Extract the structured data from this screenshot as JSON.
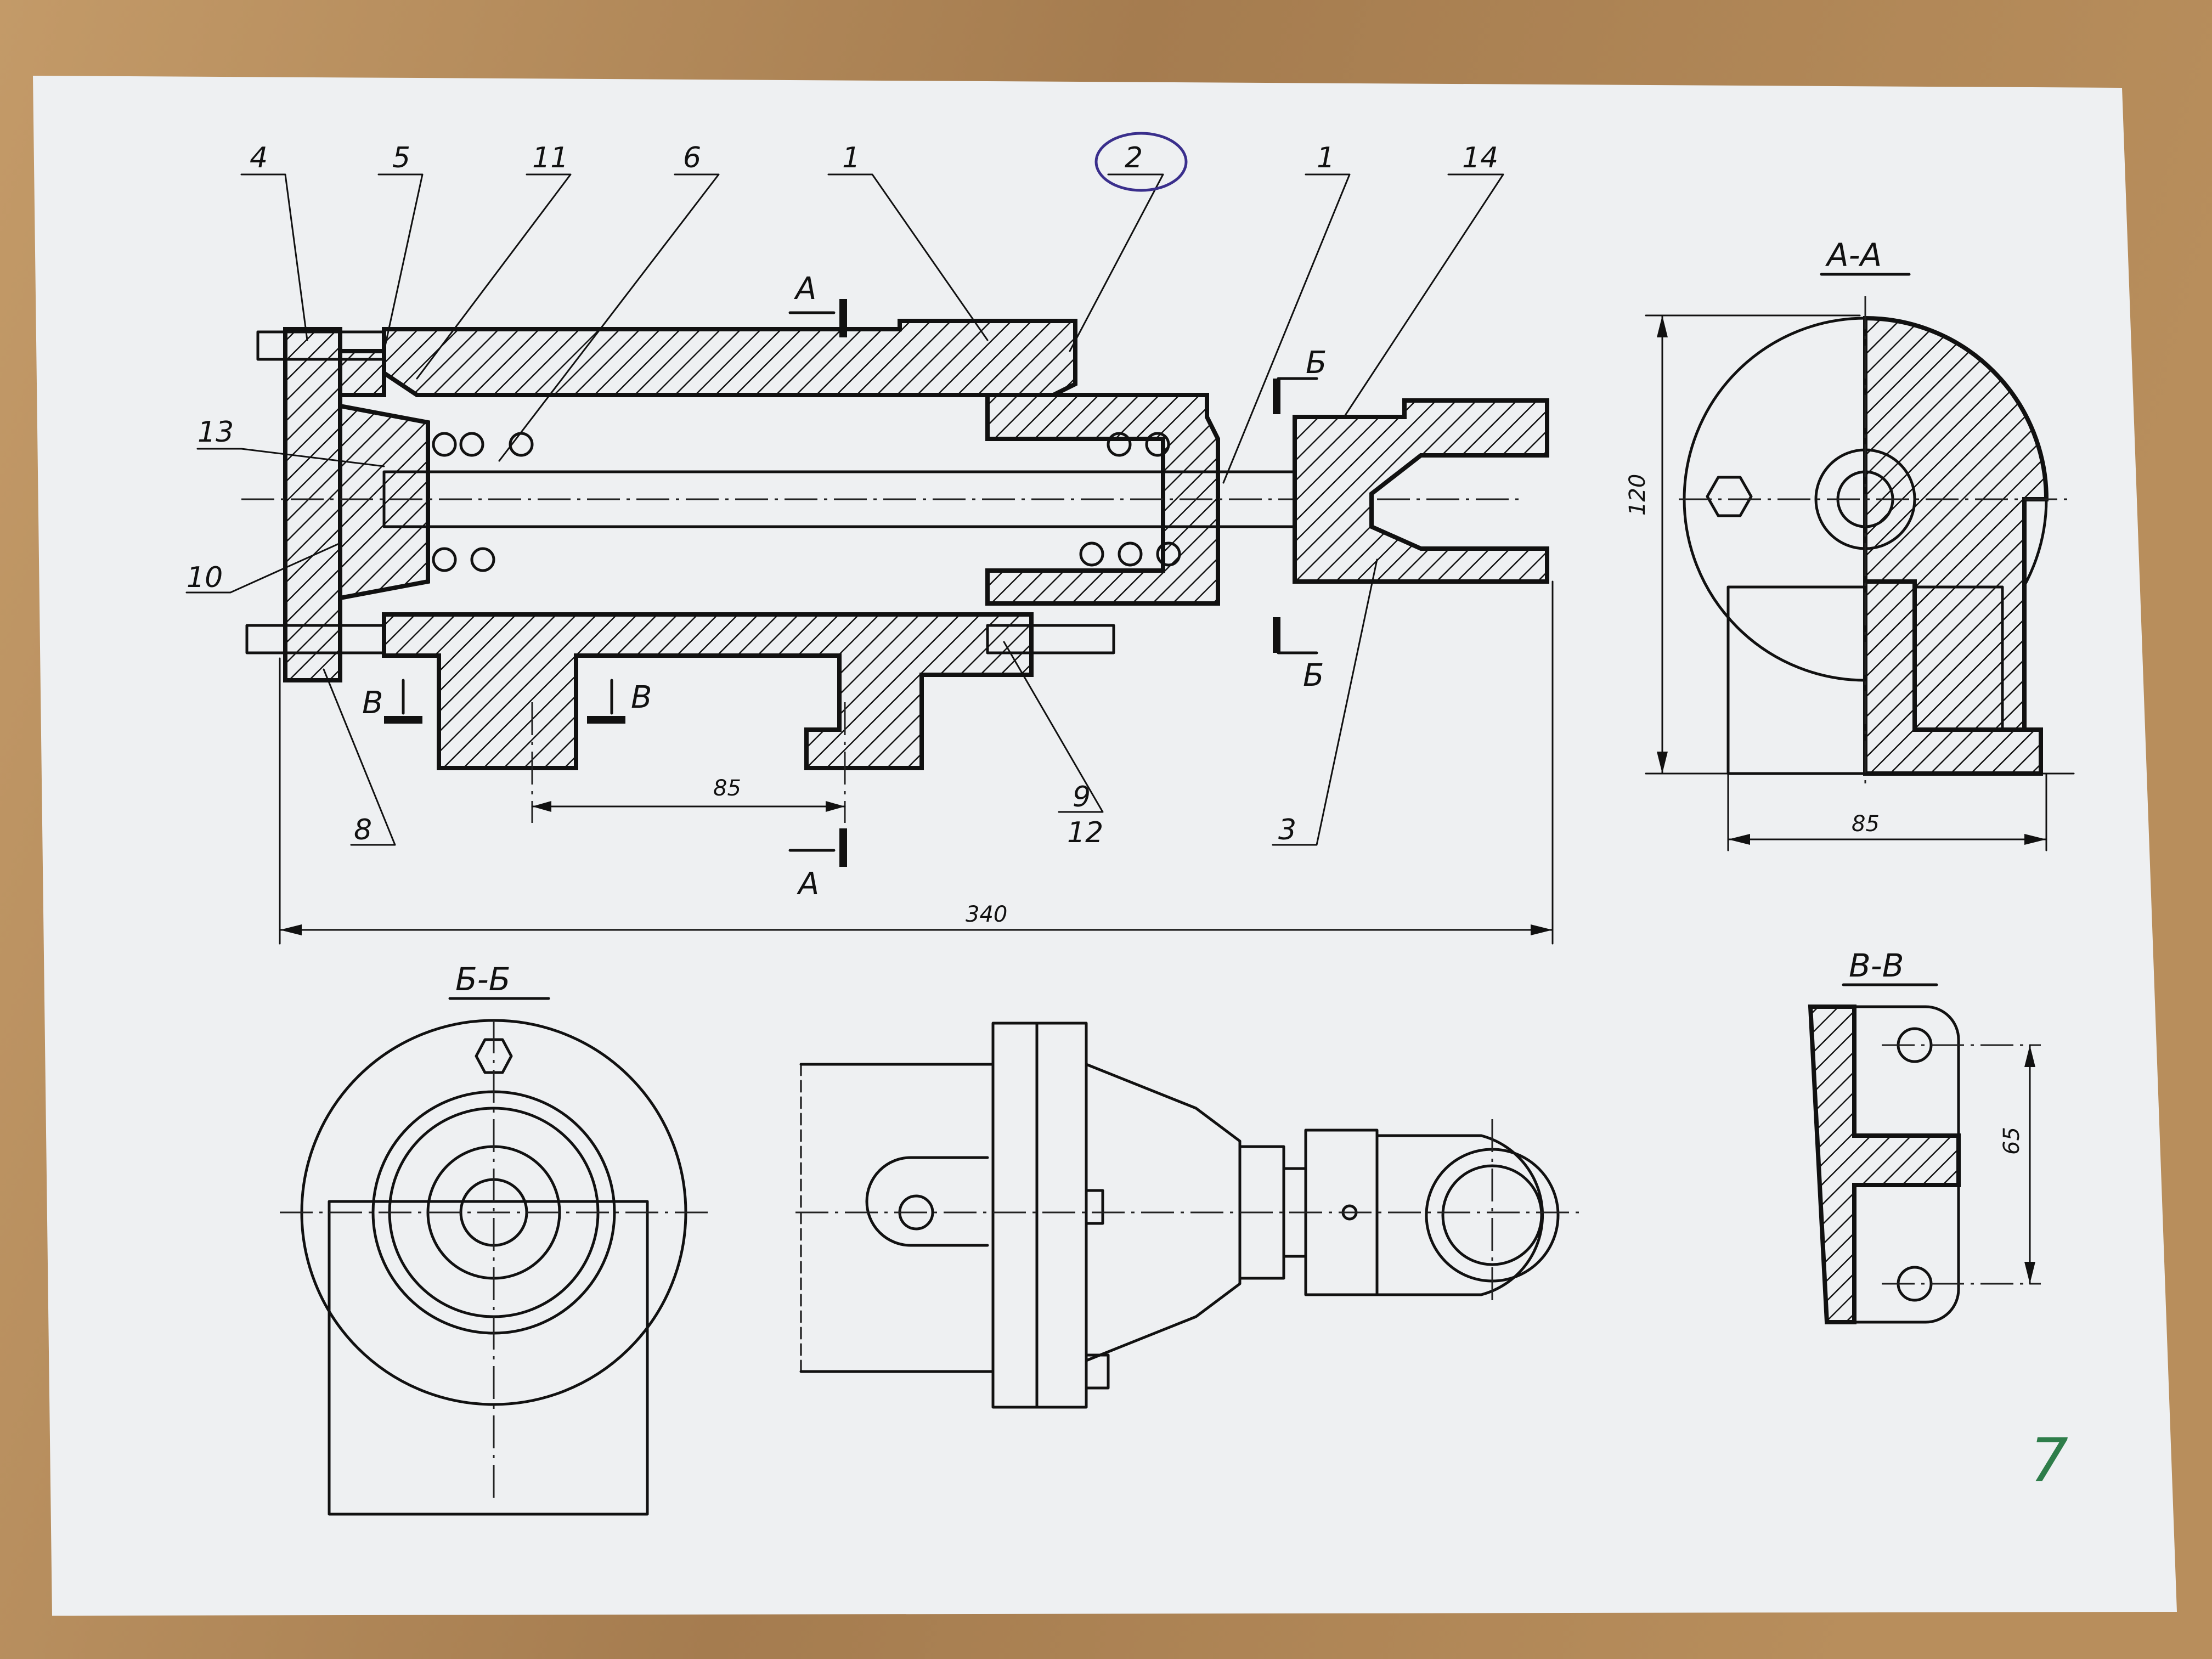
{
  "drawing": {
    "part_labels": {
      "p4": "4",
      "p5": "5",
      "p11": "11",
      "p6": "6",
      "p1a": "1",
      "p2": "2",
      "p1b": "1",
      "p14": "14",
      "p13": "13",
      "p10": "10",
      "p8": "8",
      "p9": "9",
      "p12": "12",
      "p3": "3"
    },
    "section_marks": {
      "a_top": "А",
      "a_bottom": "А",
      "b_top": "Б",
      "b_bottom": "Б",
      "v_left": "В",
      "v_right": "В"
    },
    "dimensions": {
      "base_spacing": "85",
      "overall_length": "340",
      "aa_height": "120",
      "aa_width": "85",
      "vv_spacing": "65"
    },
    "view_titles": {
      "aa": "А-А",
      "bb": "Б-Б",
      "vv": "В-В"
    },
    "page_number": "7",
    "colors": {
      "paper": "#eef0f2",
      "ink": "#111111",
      "desk": "#b08a5c",
      "highlight_circle": "#3a2f8c",
      "page_number_ink": "#2e7d4a"
    }
  }
}
